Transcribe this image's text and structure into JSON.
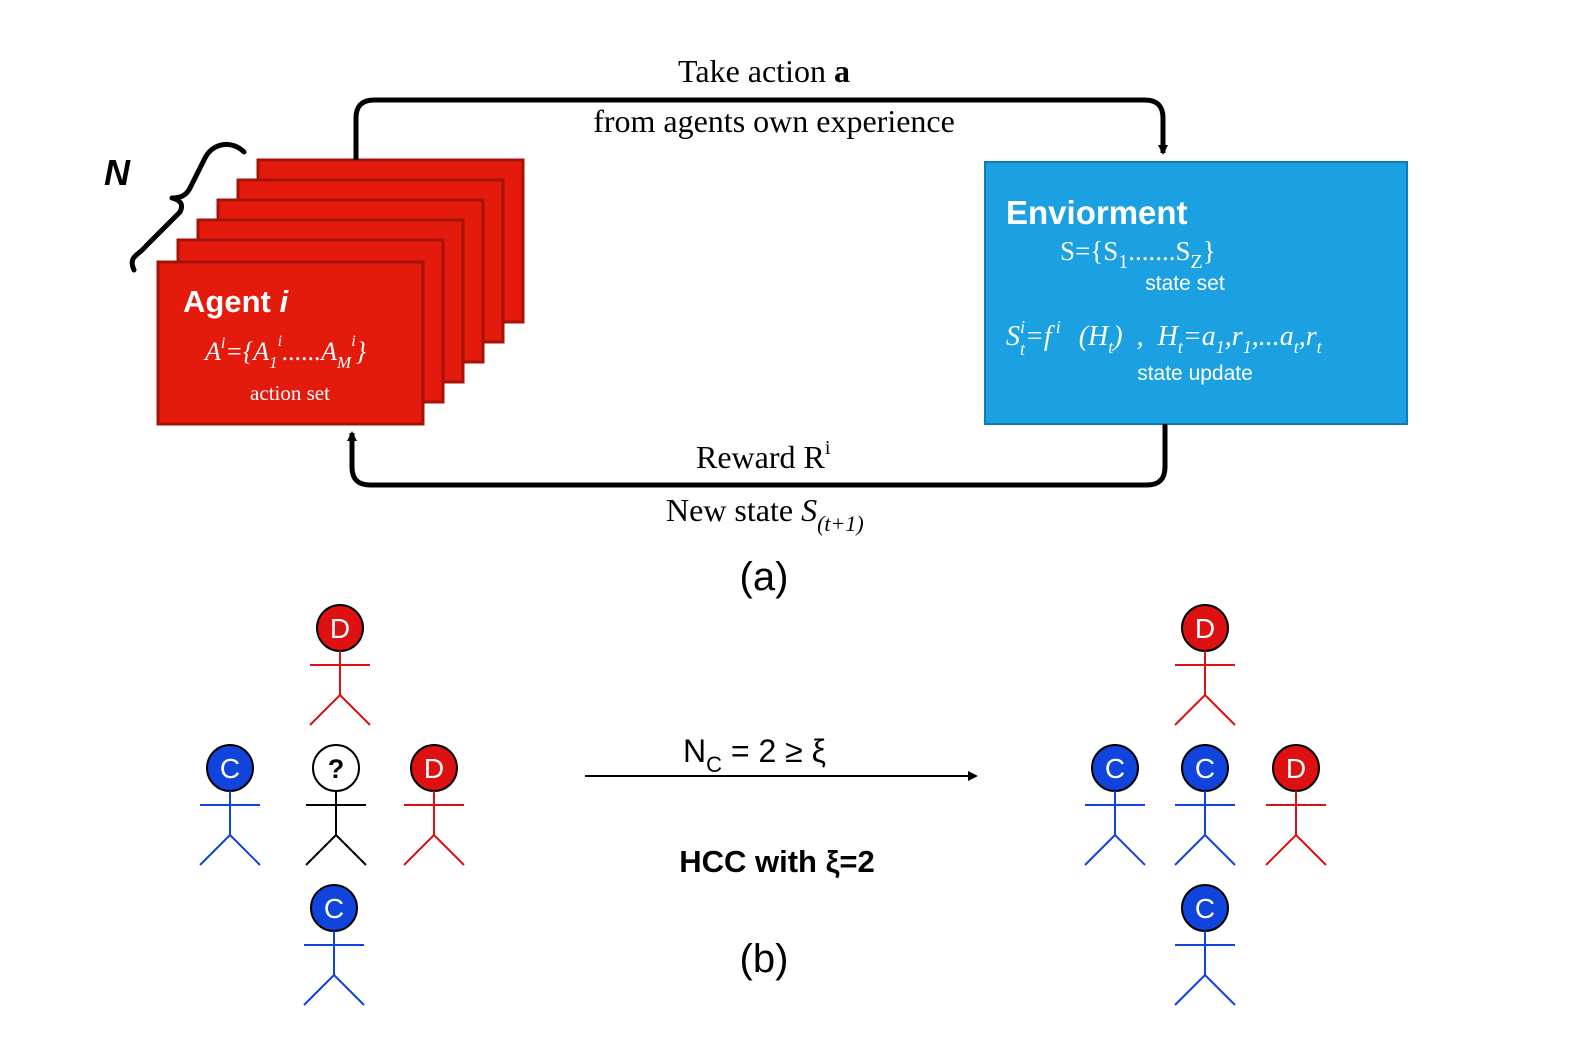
{
  "panel_a": {
    "n_label": "N",
    "top_arrow": {
      "line1_prefix": "Take action ",
      "line1_bold": "a",
      "line2": "from agents own experience"
    },
    "bottom_arrow": {
      "reward_prefix": "Reward R",
      "reward_sup": "i",
      "new_state_prefix": "New state ",
      "new_state_var": "S",
      "new_state_sub": "(t+1)"
    },
    "agent": {
      "title_prefix": "Agent ",
      "title_italic": "i",
      "action_set_formula": {
        "A": "A",
        "i_sup": "i",
        "eq_open": "={A",
        "one_sub": "1",
        "i_sup2": "i",
        "dots": "......A",
        "M_sub": "M",
        "i_sup3": "i",
        "close": "}"
      },
      "action_set_label": "action set",
      "fill_color": "#e31a0c"
    },
    "environment": {
      "title": "Enviorment",
      "state_set_formula": {
        "prefix": "S={S",
        "one_sub": "1",
        "dots": ".......S",
        "Z_sub": "Z",
        "close": "}"
      },
      "state_set_label": "state set",
      "update_formula": {
        "S": "S",
        "i_sup": "i",
        "t_sub": "t",
        "eq_f": "=f",
        "i_sup2": "i",
        "ht_open": "(H",
        "t_sub2": "t",
        "ht_close": ")",
        "comma": ",",
        "H": "H",
        "t_sub3": "t",
        "eq_a": "=a",
        "one_sub": "1",
        "r": ",r",
        "one_sub2": "1",
        "dots_a": ",...a",
        "t_sub4": "t",
        "r2": ",r",
        "t_sub5": "t"
      },
      "state_update_label": "state update",
      "fill_color": "#1ba1e2"
    },
    "caption": "(a)"
  },
  "panel_b": {
    "arrow_label": {
      "N": "N",
      "C_sub": "C",
      "rest": " = 2 ≥ ξ"
    },
    "rule_label": "HCC with ξ=2",
    "caption": "(b)",
    "left_group": {
      "top": "D",
      "left": "C",
      "center": "?",
      "right": "D",
      "bottom": "C"
    },
    "right_group": {
      "top": "D",
      "left": "C",
      "center": "C",
      "right": "D",
      "bottom": "C"
    },
    "colors": {
      "cooperator": "#1144dd",
      "defector": "#dd1111",
      "unknown": "#000000"
    }
  }
}
